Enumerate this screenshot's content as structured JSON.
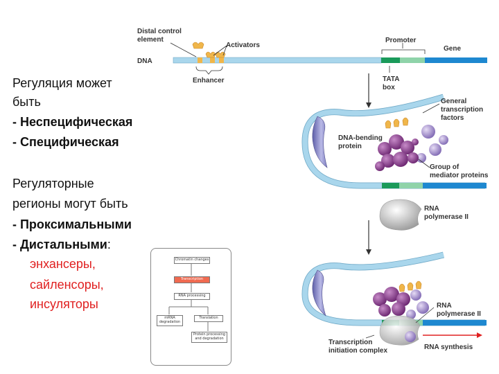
{
  "left_text": {
    "regulation": {
      "line1": "Регуляция может",
      "line2": "быть",
      "item1": "- Неспецифическая",
      "item2": "-  Специфическая"
    },
    "regions": {
      "line1": "Регуляторные",
      "line2": "регионы могут быть",
      "item1": "-  Проксимальными",
      "item2_bold": "-  Дистальными",
      "item2_colon": ":",
      "sub1": "энхансеры,",
      "sub2": "сайленсоры,",
      "sub3": "инсуляторы"
    }
  },
  "diagram": {
    "distal_control_1": "Distal control",
    "distal_control_2": "element",
    "activators": "Activators",
    "dna": "DNA",
    "enhancer": "Enhancer",
    "promoter": "Promoter",
    "gene": "Gene",
    "tata_1": "TATA",
    "tata_2": "box",
    "gtf_1": "General",
    "gtf_2": "transcription",
    "gtf_3": "factors",
    "dna_bending_1": "DNA-bending",
    "dna_bending_2": "protein",
    "mediator_1": "Group of",
    "mediator_2": "mediator proteins",
    "rnap_1": "RNA",
    "rnap_2": "polymerase II",
    "rnap2_1": "RNA",
    "rnap2_2": "polymerase II",
    "tic_1": "Transcription",
    "tic_2": "initiation complex",
    "rna_synthesis": "RNA synthesis"
  },
  "flowchart": {
    "chromatin": "Chromatin changes",
    "transcription": "Transcription",
    "rna_processing": "RNA processing",
    "mrna_degradation_1": "mRNA",
    "mrna_degradation_2": "degradation",
    "translation": "Translation",
    "protein_1": "Protein processing",
    "protein_2": "and degradation"
  },
  "colors": {
    "dna_fill": "#a9d6ec",
    "gene_blue": "#1e88d0",
    "tata_green": "#1a9a5a",
    "promoter_green": "#8fd3a9",
    "activator": "#f0b64a",
    "mediator": "#8a3a8f",
    "gtf": "#9e86c9",
    "bending": "#8a8ac8",
    "rna_arrow": "#e02020",
    "highlight_box": "#f06a50"
  }
}
